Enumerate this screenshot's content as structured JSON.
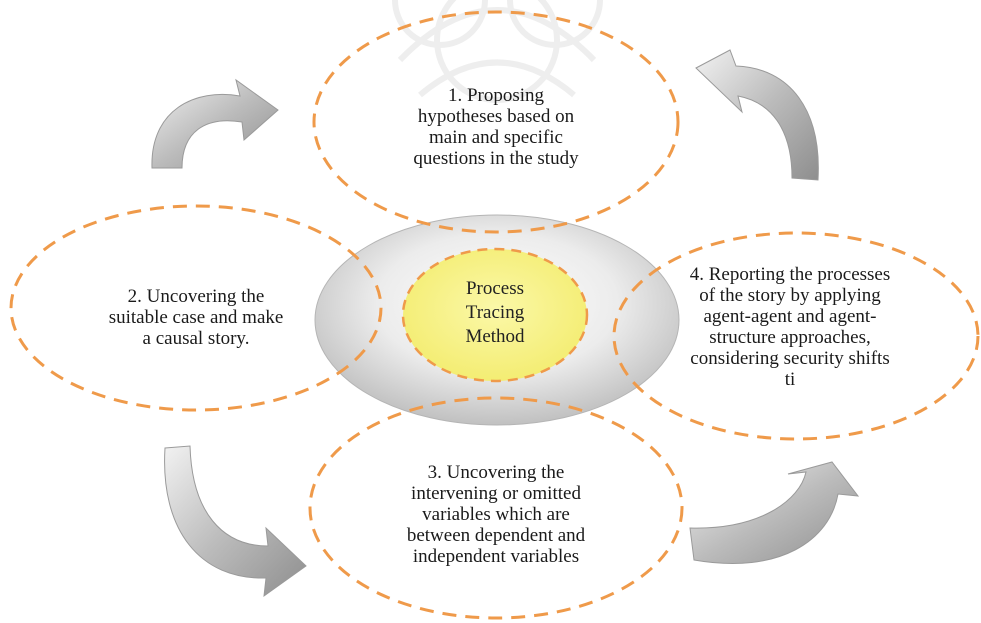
{
  "center": {
    "label": "Process\nTracing\nMethod"
  },
  "steps": [
    {
      "label": "1. Proposing\nhypotheses based on\nmain and specific\nquestions in the study"
    },
    {
      "label": "2. Uncovering the\nsuitable case and make\na causal story."
    },
    {
      "label": "3. Uncovering the\nintervening or omitted\nvariables which are\nbetween dependent and\nindependent variables"
    },
    {
      "label": "4. Reporting the processes\nof the story by applying\nagent-agent and agent-\nstructure approaches,\nconsidering security shifts\nti"
    }
  ],
  "colors": {
    "dashed_border": "#ef9a4a",
    "center_fill": "#f8f38a",
    "outer_ellipse": "#c9c9c9",
    "arrow": "#a8a8a8"
  },
  "arrows": [
    "curved-arrow-top-left",
    "curved-arrow-top-right",
    "curved-arrow-bottom-left",
    "curved-arrow-bottom-right"
  ]
}
